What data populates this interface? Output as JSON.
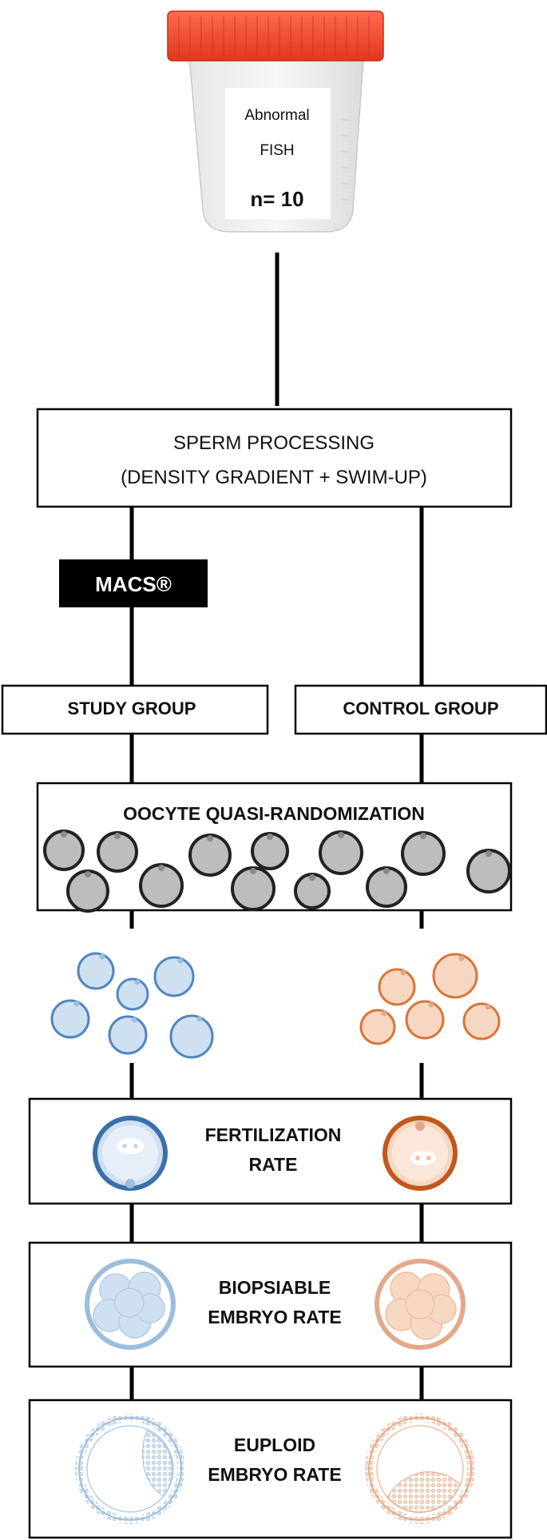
{
  "cup": {
    "line1": "Abnormal",
    "line2": "FISH",
    "count": "n= 10"
  },
  "processing": {
    "title": "SPERM PROCESSING",
    "subtitle": "(DENSITY GRADIENT + SWIM-UP)"
  },
  "macs": {
    "label": "MACS®"
  },
  "groups": {
    "study": "STUDY GROUP",
    "control": "CONTROL GROUP"
  },
  "randomization": {
    "title": "OOCYTE QUASI-RANDOMIZATION"
  },
  "outcomes": {
    "fertilization": [
      "FERTILIZATION",
      "RATE"
    ],
    "biopsiable": [
      "BIOPSIABLE",
      "EMBRYO RATE"
    ],
    "euploid": [
      "EUPLOID",
      "EMBRYO RATE"
    ]
  },
  "colors": {
    "study": "#4f86c0",
    "study_fill": "#cfe0f1",
    "control": "#d9753a",
    "control_fill": "#f6d7c2",
    "oocyte_gray": "#bdbdbd",
    "cap_red": "#f24a2d",
    "macs_bg": "#000000"
  }
}
